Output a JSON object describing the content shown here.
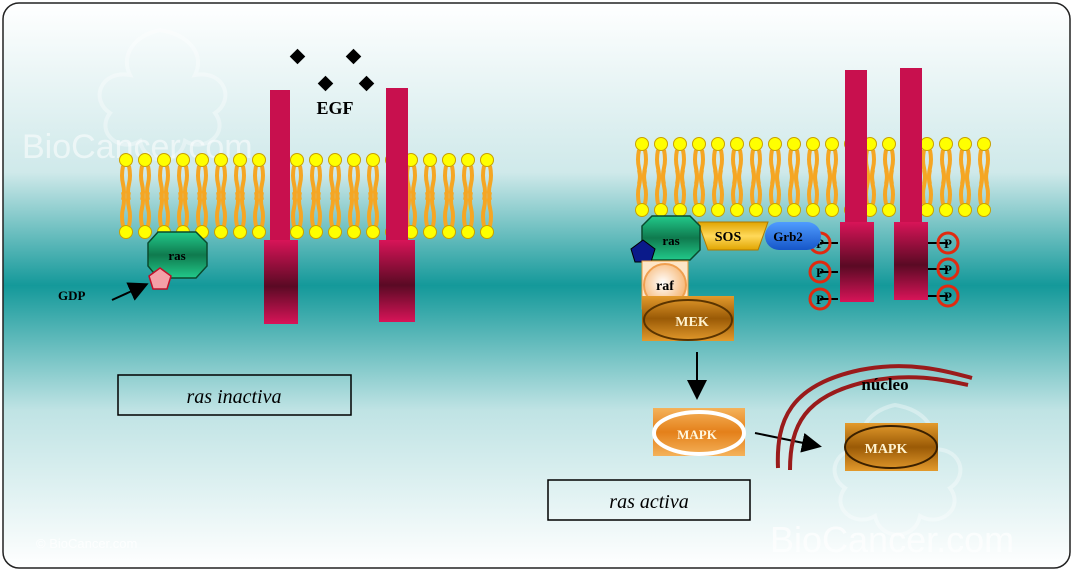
{
  "ligand_label": "EGF",
  "left_panel": {
    "ras_label": "ras",
    "gdp_label": "GDP",
    "state_label": "ras inactiva"
  },
  "right_panel": {
    "ras_label": "ras",
    "sos_label": "SOS",
    "grb2_label": "Grb2",
    "raf_label": "raf",
    "mek_label": "MEK",
    "mapk_label": "MAPK",
    "mapk_nucleus_label": "MAPK",
    "nucleus_label": "núcleo",
    "phospho_label": "P",
    "state_label": "ras activa"
  },
  "watermarks": {
    "brand": "BioCancer.com",
    "copyright": "© BioCancer.com"
  },
  "colors": {
    "lipid_head": "#ffff00",
    "lipid_tail": "#f5a623",
    "receptor": "#c8104e",
    "ras": "#16a06a",
    "mek": "#b8710a",
    "mapk": "#e88f1e",
    "nucleus": "#9a1b1b",
    "background_mid": "#14999a"
  }
}
